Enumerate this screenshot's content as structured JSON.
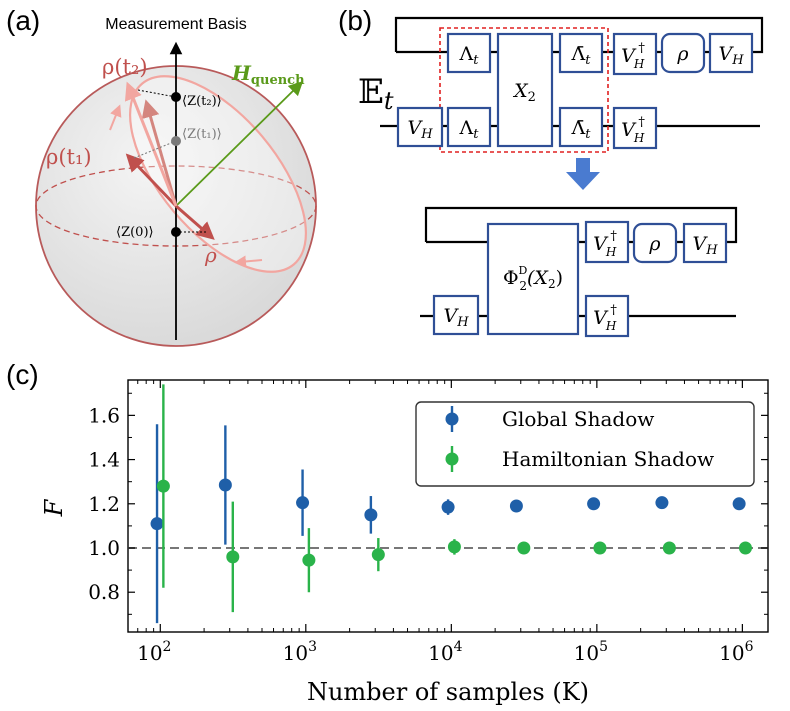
{
  "panels": {
    "a": {
      "label": "(a)",
      "title": "Measurement Basis",
      "rho_t2": "ρ(t₂)",
      "rho_t1": "ρ(t₁)",
      "rho": "ρ",
      "h_quench_main": "H",
      "h_quench_sub": "quench",
      "z_t2": "⟨Z(t₂)⟩",
      "z_t1": "⟨Z(t₁)⟩",
      "z_0": "⟨Z(0)⟩",
      "colors": {
        "sphere": "#e4e4e4",
        "rim": "#b85a5a",
        "arrow_dark": "#c0504d",
        "arrow_light": "#f2a6a0",
        "quench": "#5a9a1a"
      }
    },
    "b": {
      "label": "(b)",
      "expectation": "𝔼",
      "expectation_sub": "t",
      "gates_top": [
        "Λ",
        "X₂",
        "Λ̄",
        "V",
        "ρ",
        "V"
      ],
      "lambda_sub": "t",
      "vh": "V",
      "vh_sub": "H",
      "vh_dagger": "†",
      "x2": "X",
      "x2_sub": "2",
      "phi": "Φ",
      "phi_sup": "D",
      "phi_sub": "2",
      "phi_arg": "(X",
      "phi_arg_sub": "2",
      "phi_close": ")",
      "rho": "ρ",
      "colors": {
        "box": "#2f4f96",
        "dashed": "#e02020",
        "arrow": "#4a7bd0"
      }
    },
    "c": {
      "label": "(c)",
      "ylabel": "F",
      "xlabel": "Number of samples (K)"
    }
  },
  "chart_data": {
    "type": "scatter",
    "x_scale": "log",
    "xlim": [
      60,
      1500000
    ],
    "ylim": [
      0.62,
      1.76
    ],
    "yticks": [
      0.8,
      1.0,
      1.2,
      1.4,
      1.6
    ],
    "ytick_labels": [
      "0.8",
      "1.0",
      "1.2",
      "1.4",
      "1.6"
    ],
    "xticks": [
      100,
      1000,
      10000,
      100000,
      1000000
    ],
    "xtick_labels": [
      "10",
      "10",
      "10",
      "10",
      "10"
    ],
    "xtick_exponents": [
      "2",
      "3",
      "4",
      "5",
      "6"
    ],
    "reference_line": 1.0,
    "legend_position": "top-right",
    "series": [
      {
        "name": "Global Shadow",
        "color": "#1f5fa8",
        "x": [
          95,
          280,
          950,
          2800,
          9500,
          28000,
          95000,
          280000,
          950000
        ],
        "y": [
          1.11,
          1.285,
          1.205,
          1.15,
          1.185,
          1.19,
          1.2,
          1.205,
          1.2
        ],
        "err": [
          0.45,
          0.27,
          0.15,
          0.085,
          0.035,
          0.012,
          0.01,
          0.01,
          0.008
        ]
      },
      {
        "name": "Hamiltonian Shadow",
        "color": "#2ab34a",
        "x": [
          105,
          315,
          1050,
          3150,
          10500,
          31500,
          105000,
          315000,
          1050000
        ],
        "y": [
          1.28,
          0.96,
          0.945,
          0.97,
          1.005,
          1.0,
          1.0,
          1.0,
          1.0
        ],
        "err": [
          0.46,
          0.25,
          0.145,
          0.075,
          0.035,
          0.015,
          0.01,
          0.01,
          0.008
        ]
      }
    ]
  }
}
